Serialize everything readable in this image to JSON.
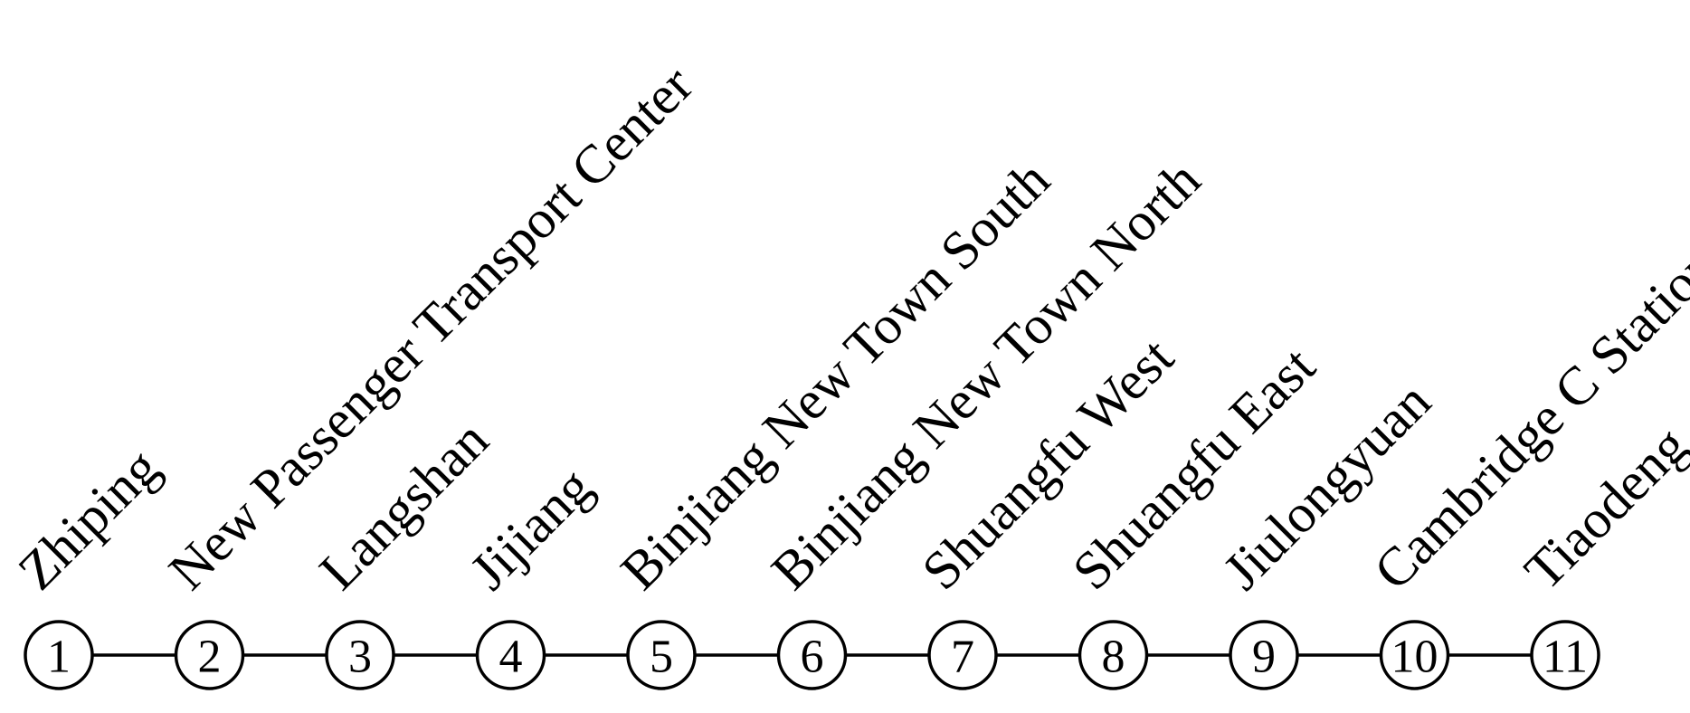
{
  "line_color": "#000000",
  "background": "#ffffff",
  "stations": [
    {
      "number": "1",
      "name": "Zhiping"
    },
    {
      "number": "2",
      "name": "New Passenger Transport Center"
    },
    {
      "number": "3",
      "name": "Langshan"
    },
    {
      "number": "4",
      "name": "Jijiang"
    },
    {
      "number": "5",
      "name": "Binjiang New Town South"
    },
    {
      "number": "6",
      "name": "Binjiang New Town North"
    },
    {
      "number": "7",
      "name": "Shuangfu West"
    },
    {
      "number": "8",
      "name": "Shuangfu East"
    },
    {
      "number": "9",
      "name": "Jiulongyuan"
    },
    {
      "number": "10",
      "name": "Cambridge C Station"
    },
    {
      "number": "11",
      "name": "Tiaodeng"
    }
  ]
}
